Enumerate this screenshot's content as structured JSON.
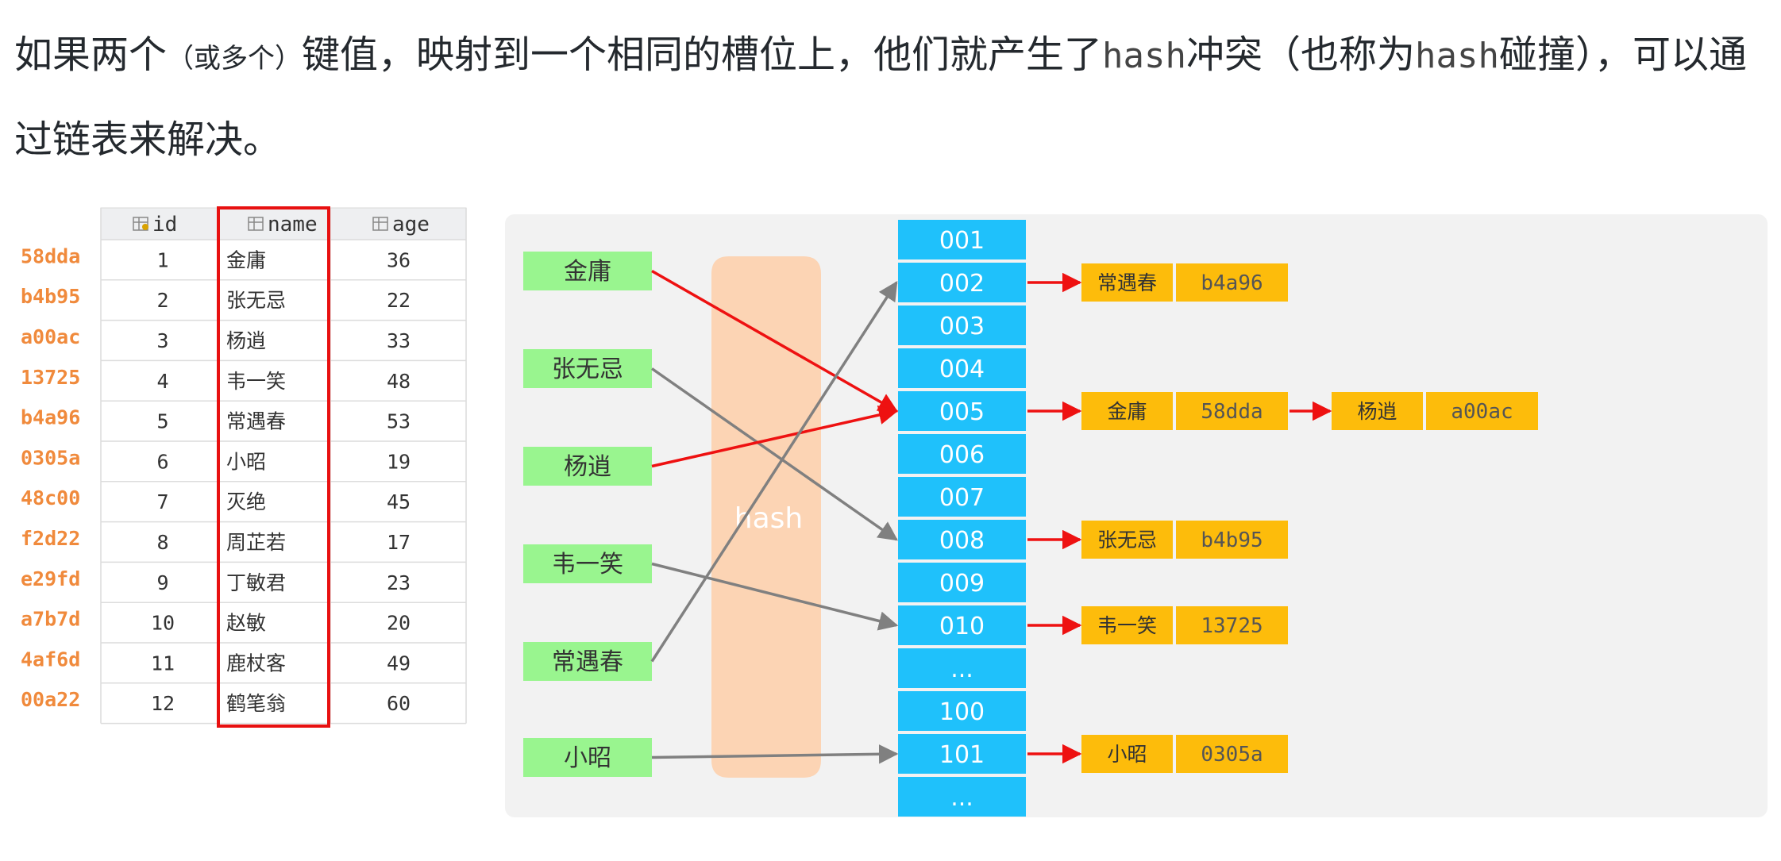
{
  "paragraph": {
    "p1": "如果两个",
    "p2": "（或多个）",
    "p3": "键值，映射到一个相同的槽位上，他们就产生了",
    "p4": "hash",
    "p5": "冲突（也称为",
    "p6": "hash",
    "p7": "碰撞），可以通过链表来解决。"
  },
  "table": {
    "columns": [
      "id",
      "name",
      "age"
    ],
    "rows": [
      {
        "hash": "58dda",
        "id": "1",
        "name": "金庸",
        "age": "36"
      },
      {
        "hash": "b4b95",
        "id": "2",
        "name": "张无忌",
        "age": "22"
      },
      {
        "hash": "a00ac",
        "id": "3",
        "name": "杨逍",
        "age": "33"
      },
      {
        "hash": "13725",
        "id": "4",
        "name": "韦一笑",
        "age": "48"
      },
      {
        "hash": "b4a96",
        "id": "5",
        "name": "常遇春",
        "age": "53"
      },
      {
        "hash": "0305a",
        "id": "6",
        "name": "小昭",
        "age": "19"
      },
      {
        "hash": "48c00",
        "id": "7",
        "name": "灭绝",
        "age": "45"
      },
      {
        "hash": "f2d22",
        "id": "8",
        "name": "周芷若",
        "age": "17"
      },
      {
        "hash": "e29fd",
        "id": "9",
        "name": "丁敏君",
        "age": "23"
      },
      {
        "hash": "a7b7d",
        "id": "10",
        "name": "赵敏",
        "age": "20"
      },
      {
        "hash": "4af6d",
        "id": "11",
        "name": "鹿杖客",
        "age": "49"
      },
      {
        "hash": "00a22",
        "id": "12",
        "name": "鹤笔翁",
        "age": "60"
      }
    ]
  },
  "diagram": {
    "hash_label": "hash",
    "keys": [
      "金庸",
      "张无忌",
      "杨逍",
      "韦一笑",
      "常遇春",
      "小昭"
    ],
    "slots": [
      "001",
      "002",
      "003",
      "004",
      "005",
      "006",
      "007",
      "008",
      "009",
      "010",
      "...",
      "100",
      "101",
      "..."
    ],
    "mappings": [
      {
        "key": "金庸",
        "slot": "005",
        "collision": true
      },
      {
        "key": "张无忌",
        "slot": "008",
        "collision": false
      },
      {
        "key": "杨逍",
        "slot": "005",
        "collision": true
      },
      {
        "key": "韦一笑",
        "slot": "010",
        "collision": false
      },
      {
        "key": "常遇春",
        "slot": "002",
        "collision": false
      },
      {
        "key": "小昭",
        "slot": "101",
        "collision": false
      }
    ],
    "chains": [
      {
        "slot": "002",
        "entries": [
          {
            "name": "常遇春",
            "code": "b4a96"
          }
        ]
      },
      {
        "slot": "005",
        "entries": [
          {
            "name": "金庸",
            "code": "58dda"
          },
          {
            "name": "杨逍",
            "code": "a00ac"
          }
        ]
      },
      {
        "slot": "008",
        "entries": [
          {
            "name": "张无忌",
            "code": "b4b95"
          }
        ]
      },
      {
        "slot": "010",
        "entries": [
          {
            "name": "韦一笑",
            "code": "13725"
          }
        ]
      },
      {
        "slot": "101",
        "entries": [
          {
            "name": "小昭",
            "code": "0305a"
          }
        ]
      }
    ],
    "colors": {
      "key_box": "#99f58f",
      "slot_box": "#1fc1fb",
      "entry_box": "#fdbc0b",
      "hash_band": "#fcd4b4",
      "collision_arrow": "#ee1111",
      "normal_arrow": "#808080",
      "panel": "#f2f2f2",
      "highlight_border": "#e81010",
      "hash_text": "#f08a3c"
    }
  }
}
